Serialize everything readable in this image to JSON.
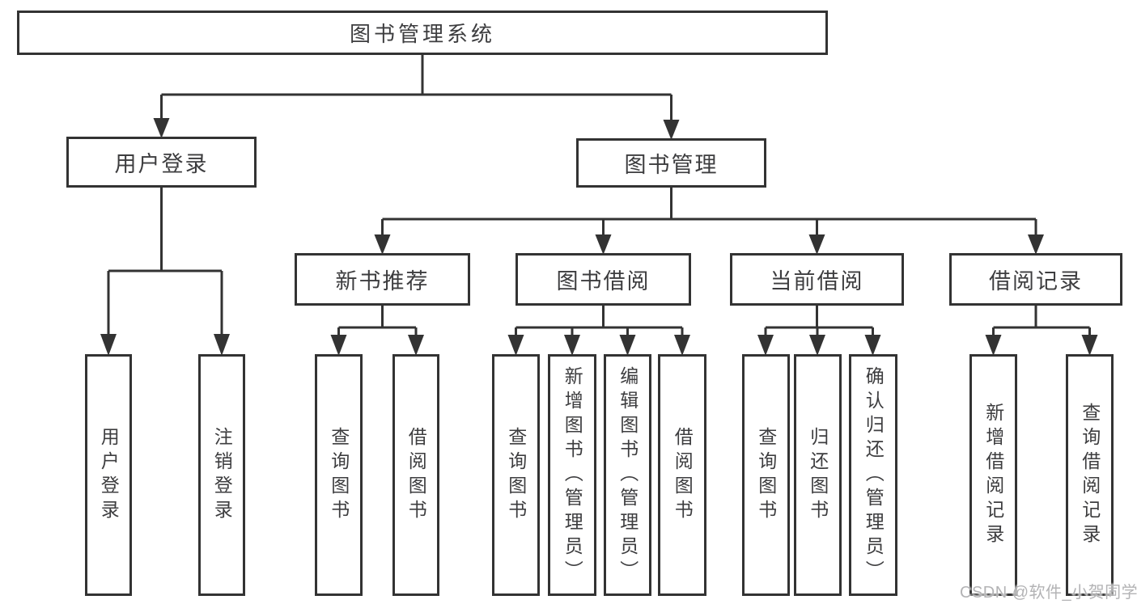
{
  "tree": {
    "root": {
      "label": "图书管理系统"
    },
    "level2": [
      {
        "label": "用户登录",
        "children": [
          {
            "label": "用户登录"
          },
          {
            "label": "注销登录"
          }
        ]
      },
      {
        "label": "图书管理",
        "children": [
          {
            "label": "新书推荐",
            "children": [
              {
                "label": "查询图书"
              },
              {
                "label": "借阅图书"
              }
            ]
          },
          {
            "label": "图书借阅",
            "children": [
              {
                "label": "查询图书"
              },
              {
                "label": "新增图书（管理员）"
              },
              {
                "label": "编辑图书（管理员）"
              },
              {
                "label": "借阅图书"
              }
            ]
          },
          {
            "label": "当前借阅",
            "children": [
              {
                "label": "查询图书"
              },
              {
                "label": "归还图书"
              },
              {
                "label": "确认归还（管理员）"
              }
            ]
          },
          {
            "label": "借阅记录",
            "children": [
              {
                "label": "新增借阅记录"
              },
              {
                "label": "查询借阅记录"
              }
            ]
          }
        ]
      }
    ]
  },
  "watermark": {
    "text": "CSDN @软件_小贺同学"
  },
  "colors": {
    "line": "#333333",
    "text": "#3d3d3f",
    "background": "#ffffff",
    "watermark": "#b3b3b5"
  }
}
